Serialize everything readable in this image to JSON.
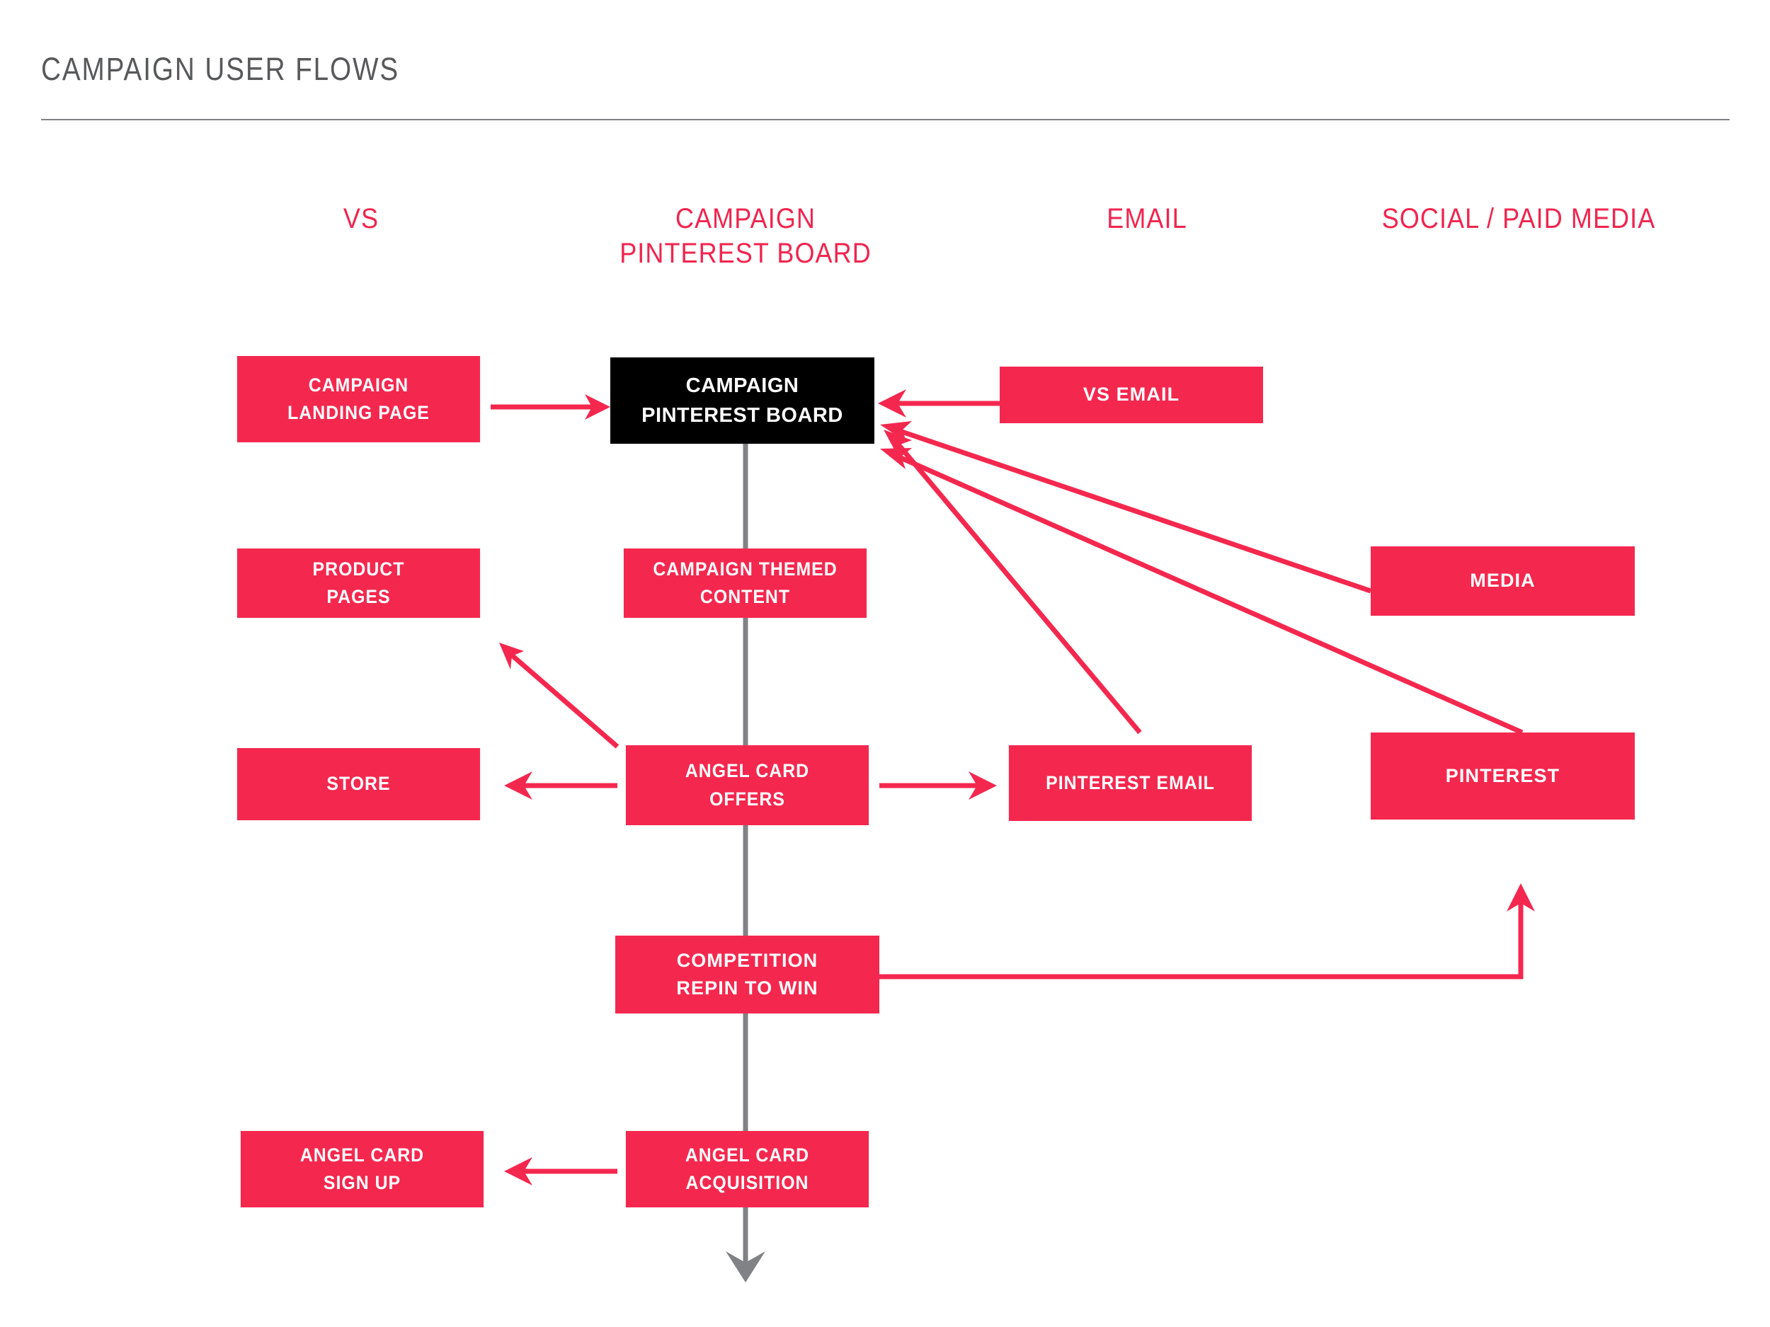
{
  "header": {
    "title": "CAMPAIGN USER FLOWS"
  },
  "columns": [
    {
      "id": "vs",
      "label": "VS"
    },
    {
      "id": "pinterest",
      "label": "CAMPAIGN\nPINTEREST\nBOARD"
    },
    {
      "id": "email",
      "label": "EMAIL"
    },
    {
      "id": "social",
      "label": "SOCIAL / PAID\nMEDIA"
    }
  ],
  "nodes": [
    {
      "id": "campaign-landing-page",
      "label": "CAMPAIGN\nLANDING PAGE",
      "column": "vs",
      "style": "pink"
    },
    {
      "id": "campaign-pinterest-board",
      "label": "CAMPAIGN\nPINTEREST  BOARD",
      "column": "pinterest",
      "style": "black"
    },
    {
      "id": "vs-email",
      "label": "VS EMAIL",
      "column": "email",
      "style": "pink"
    },
    {
      "id": "product-pages",
      "label": "PRODUCT\nPAGES",
      "column": "vs",
      "style": "pink"
    },
    {
      "id": "campaign-themed-content",
      "label": "CAMPAIGN THEMED\nCONTENT",
      "column": "pinterest",
      "style": "pink"
    },
    {
      "id": "media",
      "label": "MEDIA",
      "column": "social",
      "style": "pink"
    },
    {
      "id": "store",
      "label": "STORE",
      "column": "vs",
      "style": "pink"
    },
    {
      "id": "angel-card-offers",
      "label": "ANGEL CARD\nOFFERS",
      "column": "pinterest",
      "style": "pink"
    },
    {
      "id": "pinterest-email",
      "label": "PINTEREST EMAIL",
      "column": "email",
      "style": "pink"
    },
    {
      "id": "pinterest",
      "label": "PINTEREST",
      "column": "social",
      "style": "pink"
    },
    {
      "id": "competition-repin-to-win",
      "label": "COMPETITION\nREPIN TO WIN",
      "column": "pinterest",
      "style": "pink"
    },
    {
      "id": "angel-card-sign-up",
      "label": "ANGEL CARD\nSIGN UP",
      "column": "vs",
      "style": "pink"
    },
    {
      "id": "angel-card-acquisition",
      "label": "ANGEL CARD\nACQUISITION",
      "column": "pinterest",
      "style": "pink"
    }
  ],
  "connections": [
    {
      "id": "landing-to-board",
      "from": "campaign-landing-page",
      "to": "campaign-pinterest-board",
      "color": "#f4284f"
    },
    {
      "id": "vsemail-to-board",
      "from": "vs-email",
      "to": "campaign-pinterest-board",
      "color": "#f4284f"
    },
    {
      "id": "media-to-board",
      "from": "media",
      "to": "campaign-pinterest-board",
      "color": "#f4284f"
    },
    {
      "id": "pinterest-to-board",
      "from": "pinterest",
      "to": "campaign-pinterest-board",
      "color": "#f4284f"
    },
    {
      "id": "pinemail-to-board",
      "from": "pinterest-email",
      "to": "campaign-pinterest-board",
      "color": "#f4284f"
    },
    {
      "id": "offers-to-product",
      "from": "angel-card-offers",
      "to": "product-pages",
      "color": "#f4284f"
    },
    {
      "id": "offers-to-store",
      "from": "angel-card-offers",
      "to": "store",
      "color": "#f4284f"
    },
    {
      "id": "offers-to-pinemail",
      "from": "angel-card-offers",
      "to": "pinterest-email",
      "color": "#f4284f"
    },
    {
      "id": "competition-to-pinterest",
      "from": "competition-repin-to-win",
      "to": "pinterest",
      "color": "#f4284f"
    },
    {
      "id": "acquisition-to-signup",
      "from": "angel-card-acquisition",
      "to": "angel-card-sign-up",
      "color": "#f4284f"
    },
    {
      "id": "pinterest-spine",
      "from": "campaign-pinterest-board",
      "to": "flow-end",
      "color": "#808285"
    }
  ],
  "colors": {
    "accent": "#f4284f",
    "heading_accent": "#f0254f",
    "dark_node": "#000000",
    "spine": "#808285",
    "title_text": "#58595b",
    "node_text": "#ffffff",
    "background": "#ffffff"
  }
}
